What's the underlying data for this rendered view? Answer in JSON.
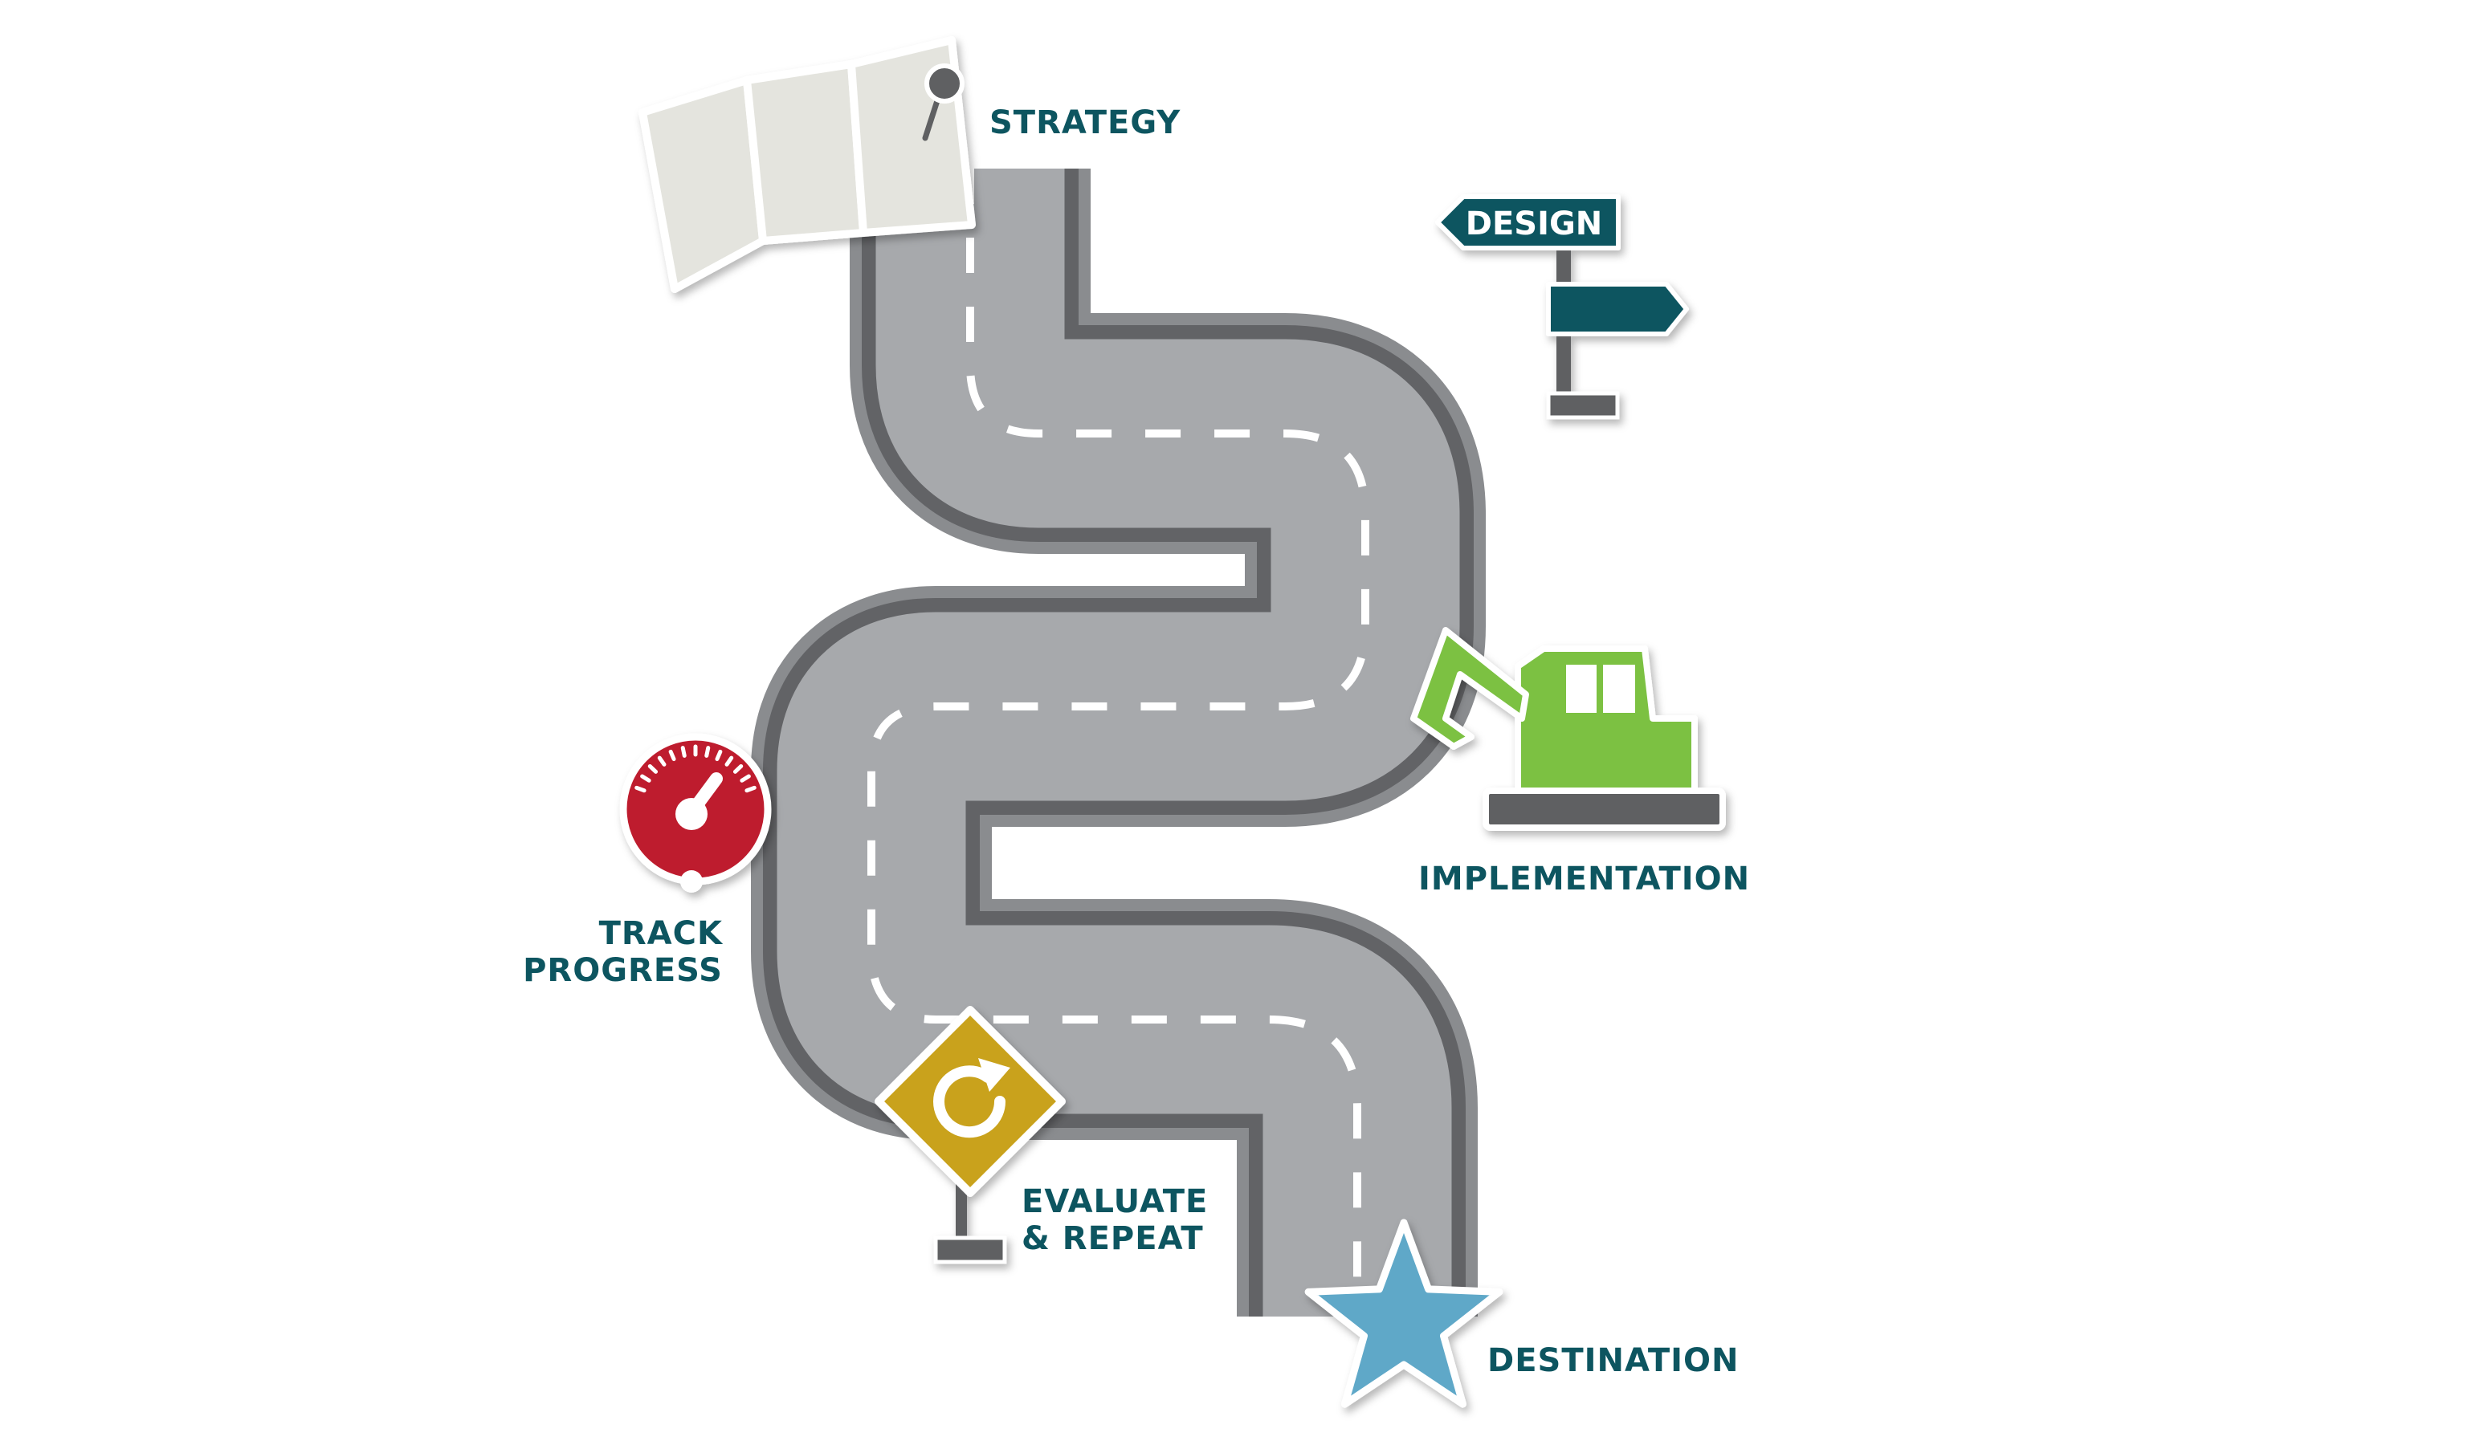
{
  "milestones": {
    "strategy": "STRATEGY",
    "design_sign": "DESIGN",
    "implementation": "IMPLEMENTATION",
    "track_line1": "TRACK",
    "track_line2": "PROGRESS",
    "evaluate_line1": "EVALUATE",
    "evaluate_line2": "& REPEAT",
    "destination": "DESTINATION"
  },
  "colors": {
    "label_text": "#0d5560",
    "road_surface": "#a7a9ac",
    "road_edge_dark": "#626366",
    "road_edge_light": "#8a8c8f",
    "lane_marking": "#ffffff",
    "map_paper": "#e4e4de",
    "sign_teal": "#0d5560",
    "excavator_green": "#7bc143",
    "gauge_red": "#be1e2d",
    "caution_yellow": "#c9a21a",
    "star_blue": "#5fa8c8",
    "post_gray": "#5f6062"
  },
  "icons": [
    "map-pin-icon",
    "signpost-icon",
    "excavator-icon",
    "speedometer-icon",
    "repeat-sign-icon",
    "star-icon"
  ]
}
